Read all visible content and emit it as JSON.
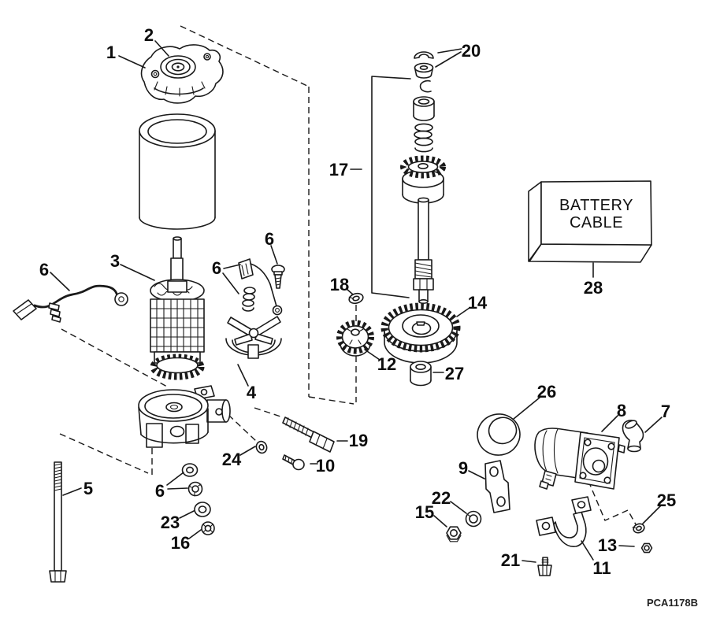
{
  "diagram": {
    "title_hidden": "",
    "figure_code": "PCA1178B",
    "battery_cable_box": {
      "line1": "BATTERY",
      "line2": "CABLE"
    },
    "callouts": {
      "c1": "1",
      "c2": "2",
      "c3": "3",
      "c4": "4",
      "c5": "5",
      "c6_wire": "6",
      "c6_brush": "6",
      "c6_screw": "6",
      "c6_hardware": "6",
      "c7": "7",
      "c8": "8",
      "c9": "9",
      "c10": "10",
      "c11": "11",
      "c12": "12",
      "c13": "13",
      "c14": "14",
      "c15": "15",
      "c16": "16",
      "c17": "17",
      "c18": "18",
      "c19": "19",
      "c20": "20",
      "c21": "21",
      "c22": "22",
      "c23": "23",
      "c24": "24",
      "c25": "25",
      "c26": "26",
      "c27": "27",
      "c28": "28"
    },
    "colors": {
      "line": "#1a1a1a",
      "background": "#ffffff"
    }
  }
}
